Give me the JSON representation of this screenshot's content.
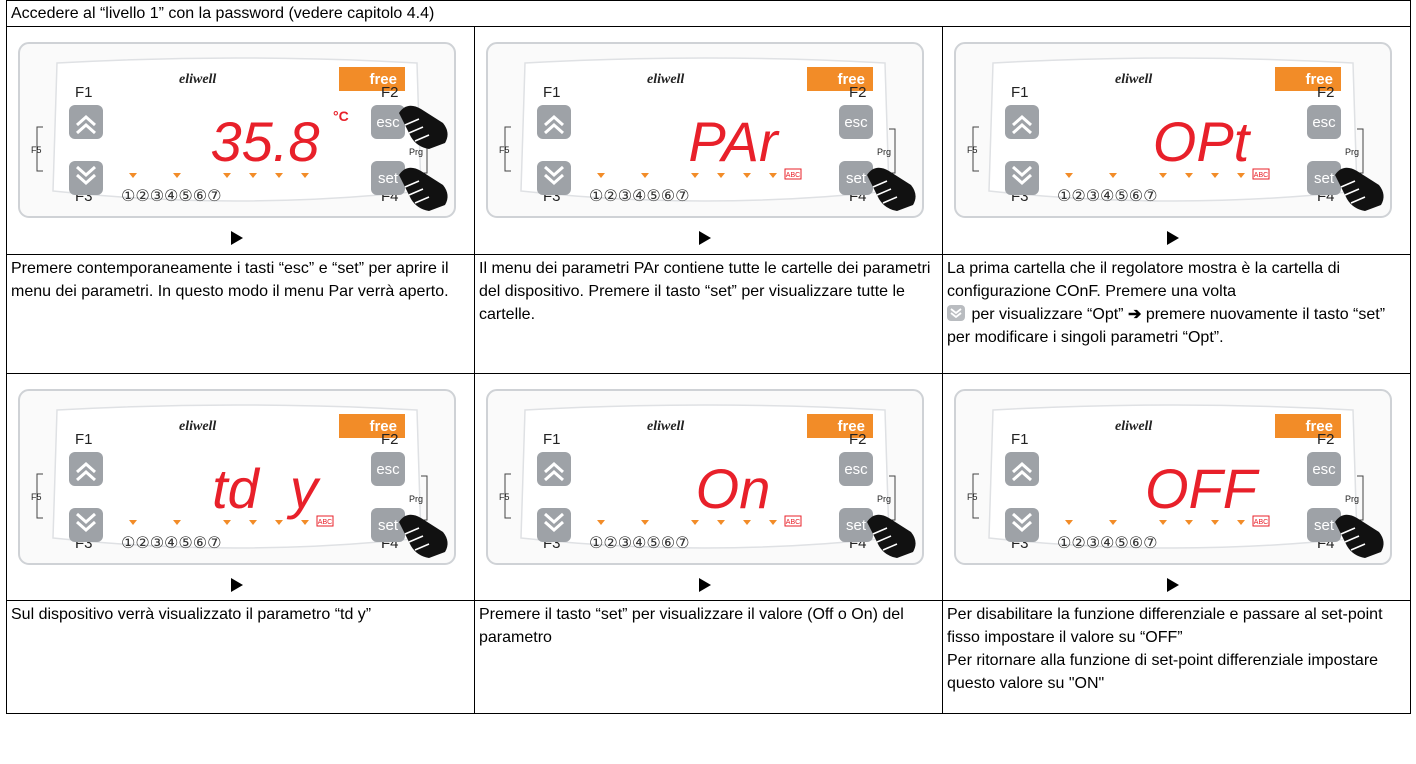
{
  "header": "Accedere al “livello 1” con la password (vedere capitolo 4.4)",
  "device": {
    "brand": "eliwell",
    "badge": "free",
    "f1": "F1",
    "f2": "F2",
    "f3": "F3",
    "f4": "F4",
    "f5": "F5",
    "prg": "Prg",
    "esc": "esc",
    "set": "set",
    "unit": "°C",
    "leds": "①②③④⑤⑥⑦",
    "abc": "ABC",
    "accent_color": "#f28c28",
    "display_color": "#e8202a"
  },
  "steps": [
    {
      "display": "35.8",
      "text": "Premere contemporaneamente i tasti “esc” e “set” per aprire il menu dei parametri. In questo modo il menu Par verrà aperto."
    },
    {
      "display": "PAr",
      "text": "Il menu dei parametri PAr contiene tutte le cartelle dei parametri del dispositivo. Premere il tasto “set” per visualizzare tutte le cartelle."
    },
    {
      "display": "OPt",
      "text_a": "La prima cartella che il regolatore mostra è la cartella di configurazione COnF. Premere una volta",
      "text_b": "per visualizzare “Opt”",
      "arrow": "➔",
      "text_c": "premere nuovamente il tasto “set” per modificare i singoli parametri “Opt”."
    },
    {
      "display": "td  y",
      "text": "Sul dispositivo verrà visualizzato il parametro “td y”"
    },
    {
      "display": "On",
      "text": "Premere il tasto “set” per visualizzare il valore (Off o On) del parametro"
    },
    {
      "display": "OFF",
      "text_a": "Per disabilitare la funzione differenziale e passare al set-point fisso impostare il valore su “OFF”",
      "text_b": "Per ritornare alla funzione di set-point differenziale impostare questo valore su \"ON\""
    }
  ]
}
